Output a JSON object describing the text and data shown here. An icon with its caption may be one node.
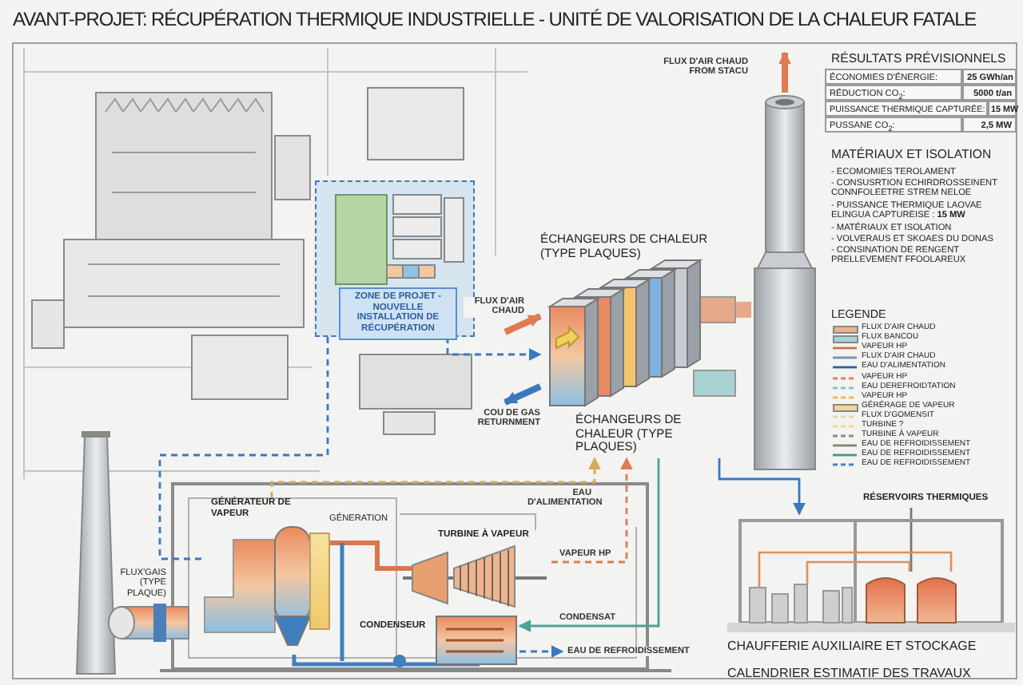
{
  "diagram": {
    "title": "AVANT-PROJET: RÉCUPÉRATION THERMIQUE INDUSTRIELLE - UNITÉ DE VALORISATION DE LA CHALEUR FATALE",
    "nodes": [
      {
        "text": [
          "ZONE DE PROJET - NOUVELLE INSTALLATION DE RÉCUPÉRATION"
        ]
      },
      {
        "text": [
          "ÉCHANGEURS DE CHALEUR (TYPE PLAQUES)",
          "ÉCHANGEURS DE CHALEUR (TYPE PLAQUES)"
        ]
      },
      {
        "text": [],
        "shape": "cylinder"
      },
      {
        "text": [
          "GÉNÉRATEUR DE VAPEUR"
        ]
      },
      {
        "text": [
          "TURBINE À VAPEUR"
        ]
      },
      {
        "text": [
          "CONDENSEUR"
        ]
      },
      {
        "text": [
          "CHAUFFERIE AUXILIAIRE ET STOCKAGE"
        ]
      },
      {
        "text": [
          "RÉSERVOIRS THERMIQUES"
        ]
      },
      {
        "text": [],
        "shape": "cylinder",
        "in": 6
      }
    ],
    "edges": [
      {
        "from": 0,
        "to": 1,
        "arrow": "to",
        "style": "dashed"
      },
      {
        "from": 0,
        "to": 3,
        "arrow": "none",
        "style": "dashed"
      },
      {
        "from": 1,
        "to": 6,
        "arrow": "to"
      },
      {
        "from": null,
        "to": 1,
        "arrow": "to",
        "label": "FLUX D'AIR CHAUD",
        "style": "thick",
        "color": "#e07a50"
      },
      {
        "from": 1,
        "to": null,
        "arrow": "to",
        "label": "COU DE GAS RETURNMENT",
        "style": "thick"
      },
      {
        "from": 2,
        "to": null,
        "arrow": "to",
        "label": "FLUX D'AIR CHAUD FROM STACU",
        "style": "thick",
        "color": "#e07a50"
      },
      {
        "from": 1,
        "to": 2,
        "arrow": "none",
        "style": "thick",
        "color": "#e6a98a"
      },
      {
        "from": 3,
        "to": 1,
        "arrow": "to",
        "label": "EAU D'ALIMENTATION",
        "style": "dashed",
        "color": "#d4a95c"
      },
      {
        "from": 4,
        "to": 1,
        "arrow": "to",
        "label": "VAPEUR HP",
        "style": "dashed",
        "color": "#e07a50"
      },
      {
        "from": 1,
        "to": 5,
        "arrow": "to",
        "label": "CONDENSAT",
        "color": "#4aa396"
      },
      {
        "from": 5,
        "to": null,
        "arrow": "to",
        "label": "EAU DE REFROIDISSEMENT",
        "style": "dashed"
      },
      {
        "from": 7,
        "to": 8,
        "arrow": "none",
        "color": "#777777"
      }
    ],
    "labels": [
      "RÉSULTATS PRÉVISIONNELS",
      "ÉCONOMIES D'ÉNERGIE:",
      "25 GWh/an",
      "RÉDUCTION CO$_{2}$:",
      "5000 t/an",
      "PUISSANCE THERMIQUE CAPTURÉE:",
      "15 MW",
      "PUSSANE CO$_{2}$:",
      "2,5 MW",
      "MATÉRIAUX ET ISOLATION",
      "- ECOMOMIES TEROLAMENT",
      "- CONSUSRTION ECHIRDROSSEINENT CONNFOLEETRE STREM NELOE",
      "- PUISSANCE THERMIQUE LAOVAE ELINGUA CAPTUREISE : **15 MW**",
      "- MATÉRIAUX ET ISOLATION",
      "- VOLVERAUS ET SKOAES DU DONAS",
      "- CONSINATION DE RENGENT PRELLEVEMENT FFOOLAREUX",
      "LEGENDE",
      "GÉNERATION",
      "FLUX'GAIS (TYPE PLAQUE)",
      "CALENDRIER ESTIMATIF DES TRAVAUX"
    ],
    "legend": [
      {
        "text": "FLUX D'AIR CHAUD",
        "color": "#e8b48f"
      },
      {
        "text": "FLUX BANCOU",
        "color": "#a9d4dc"
      },
      {
        "text": "VAPEUR HP"
      },
      {
        "text": "FLUX D'AIR CHAUD"
      },
      {
        "text": "EAU D'ALIMENTATION"
      },
      {
        "text": "VAPEUR HP"
      },
      {
        "text": "EAU DEREFROIDTATION"
      },
      {
        "text": "VAPEUR HP"
      },
      {
        "text": "GÉRÉRAGE DE VAPEUR",
        "color": "#f0d890"
      },
      {
        "text": "FLUX D'GOMENSIT"
      },
      {
        "text": "TURBINE ?"
      },
      {
        "text": "TURBINE À VAPEUR"
      },
      {
        "text": "EAU DE REFROIDISSEMENT"
      },
      {
        "text": "EAU DE REFROIDISSEMENT"
      },
      {
        "text": "EAU DE REFROIDISSEMENT"
      }
    ]
  }
}
